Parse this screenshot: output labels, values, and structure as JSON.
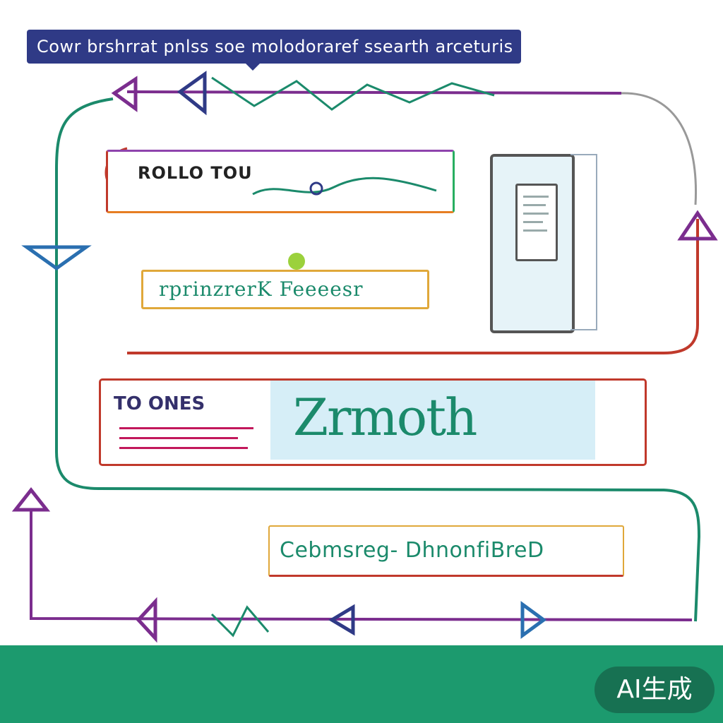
{
  "title": "Cowr brshrrat pnlss soe molodoraref ssearth arceturis",
  "boxes": {
    "top_label": "ROLLO TOU",
    "middle_label": "rprinzrerK Feeeesr",
    "wide_label_left": "TO ONES",
    "wide_label_big": "Zrmoth",
    "bottom_label": "Cebmsreg- DhnonfiBreD"
  },
  "footer": {
    "badge": "AI生成"
  },
  "colors": {
    "banner": "#2f3a86",
    "footer": "#1c9a6e",
    "accent_green": "#1b8a6b",
    "accent_red": "#c0392b",
    "accent_purple": "#7b2d8e",
    "accent_blue": "#2a6fb0",
    "panel_blue": "#d6eef7"
  }
}
